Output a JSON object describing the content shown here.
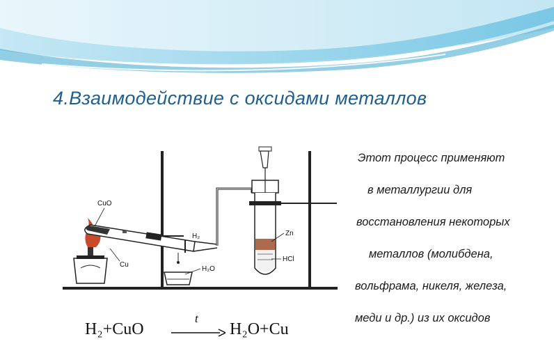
{
  "title": "4.Взаимодействие с оксидами металлов",
  "description_lines": [
    "Этот процесс применяют",
    "в металлургии для",
    "восстановления некоторых",
    "металлов (молибдена,",
    "вольфрама, никеля, железа,",
    "меди и др.) из их оксидов"
  ],
  "apparatus_labels": {
    "cuo": "CuO",
    "cu": "Cu",
    "h2": "H₂",
    "h2o": "H₂O",
    "zn": "Zn",
    "hcl": "HCl"
  },
  "equation": {
    "left": "H₂+CuO",
    "condition": "t",
    "right": "H₂O+Cu"
  },
  "colors": {
    "title": "#1f5f8f",
    "banner_light": "#d6eef7",
    "banner_mid": "#8fd0e8",
    "banner_dark": "#3aa6cf"
  }
}
